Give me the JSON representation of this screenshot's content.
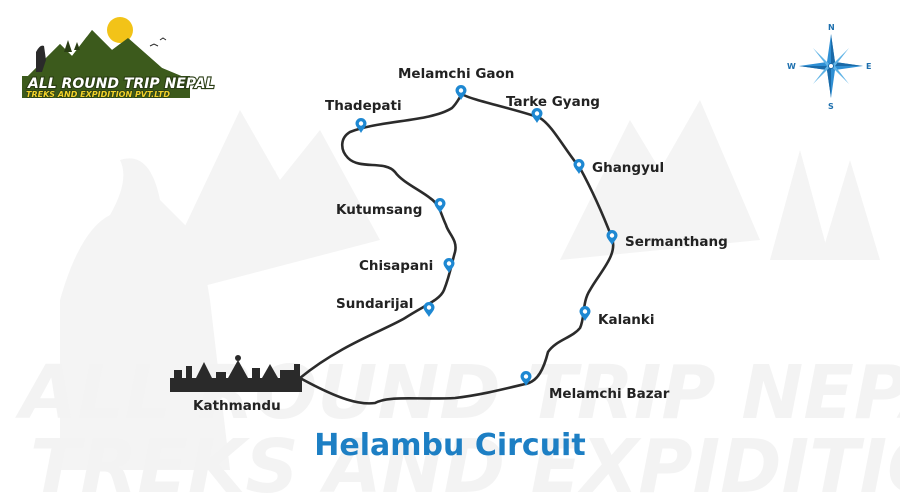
{
  "title": "Helambu Circuit",
  "logo": {
    "line1": "ALL ROUND TRIP NEPAL",
    "line2": "TREKS AND EXPIDITION PVT.LTD"
  },
  "compass": {
    "north": "N",
    "south": "S",
    "east": "E",
    "west": "W"
  },
  "colors": {
    "title": "#1d7fc4",
    "pin": "#1e88d2",
    "route": "#2b2b2b",
    "label": "#222222"
  },
  "places": [
    {
      "id": "kathmandu",
      "name": "Kathmandu",
      "marker": "city-skyline-icon"
    },
    {
      "id": "sundarijal",
      "name": "Sundarijal",
      "marker": "map-pin-icon"
    },
    {
      "id": "chisapani",
      "name": "Chisapani",
      "marker": "map-pin-icon"
    },
    {
      "id": "kutumsang",
      "name": "Kutumsang",
      "marker": "map-pin-icon"
    },
    {
      "id": "thadepati",
      "name": "Thadepati",
      "marker": "map-pin-icon"
    },
    {
      "id": "melamchi-gaon",
      "name": "Melamchi Gaon",
      "marker": "map-pin-icon"
    },
    {
      "id": "tarke-gyang",
      "name": "Tarke Gyang",
      "marker": "map-pin-icon"
    },
    {
      "id": "ghangyul",
      "name": "Ghangyul",
      "marker": "map-pin-icon"
    },
    {
      "id": "sermanthang",
      "name": "Sermanthang",
      "marker": "map-pin-icon"
    },
    {
      "id": "kalanki",
      "name": "Kalanki",
      "marker": "map-pin-icon"
    },
    {
      "id": "melamchi-bazar",
      "name": "Melamchi Bazar",
      "marker": "map-pin-icon"
    }
  ]
}
